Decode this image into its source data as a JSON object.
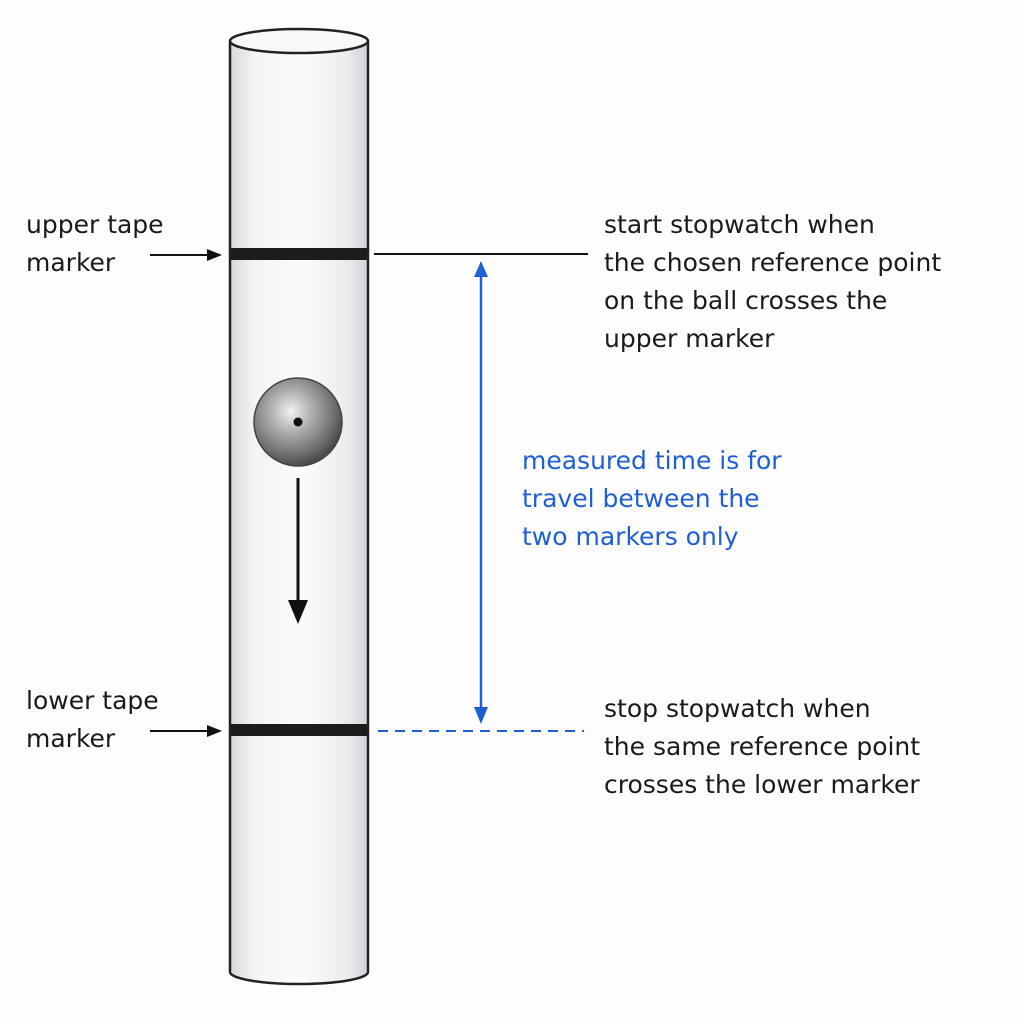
{
  "labels": {
    "upper_marker": [
      "upper tape",
      "marker"
    ],
    "lower_marker": [
      "lower tape",
      "marker"
    ],
    "start_note": [
      "start stopwatch when",
      "the chosen reference point",
      "on the ball crosses the",
      "upper marker"
    ],
    "stop_note": [
      "stop stopwatch when",
      "the same reference point",
      "crosses the lower marker"
    ],
    "interval_note": [
      "measured time is for",
      "travel between the",
      "two markers only"
    ]
  },
  "colors": {
    "tube_outline": "#222222",
    "tube_fill": "#eef0f2",
    "tape": "#1c1c1c",
    "ball": "#7d7d7d",
    "annotation_blue": "#1f5fd6",
    "text": "#1a1a1a"
  }
}
